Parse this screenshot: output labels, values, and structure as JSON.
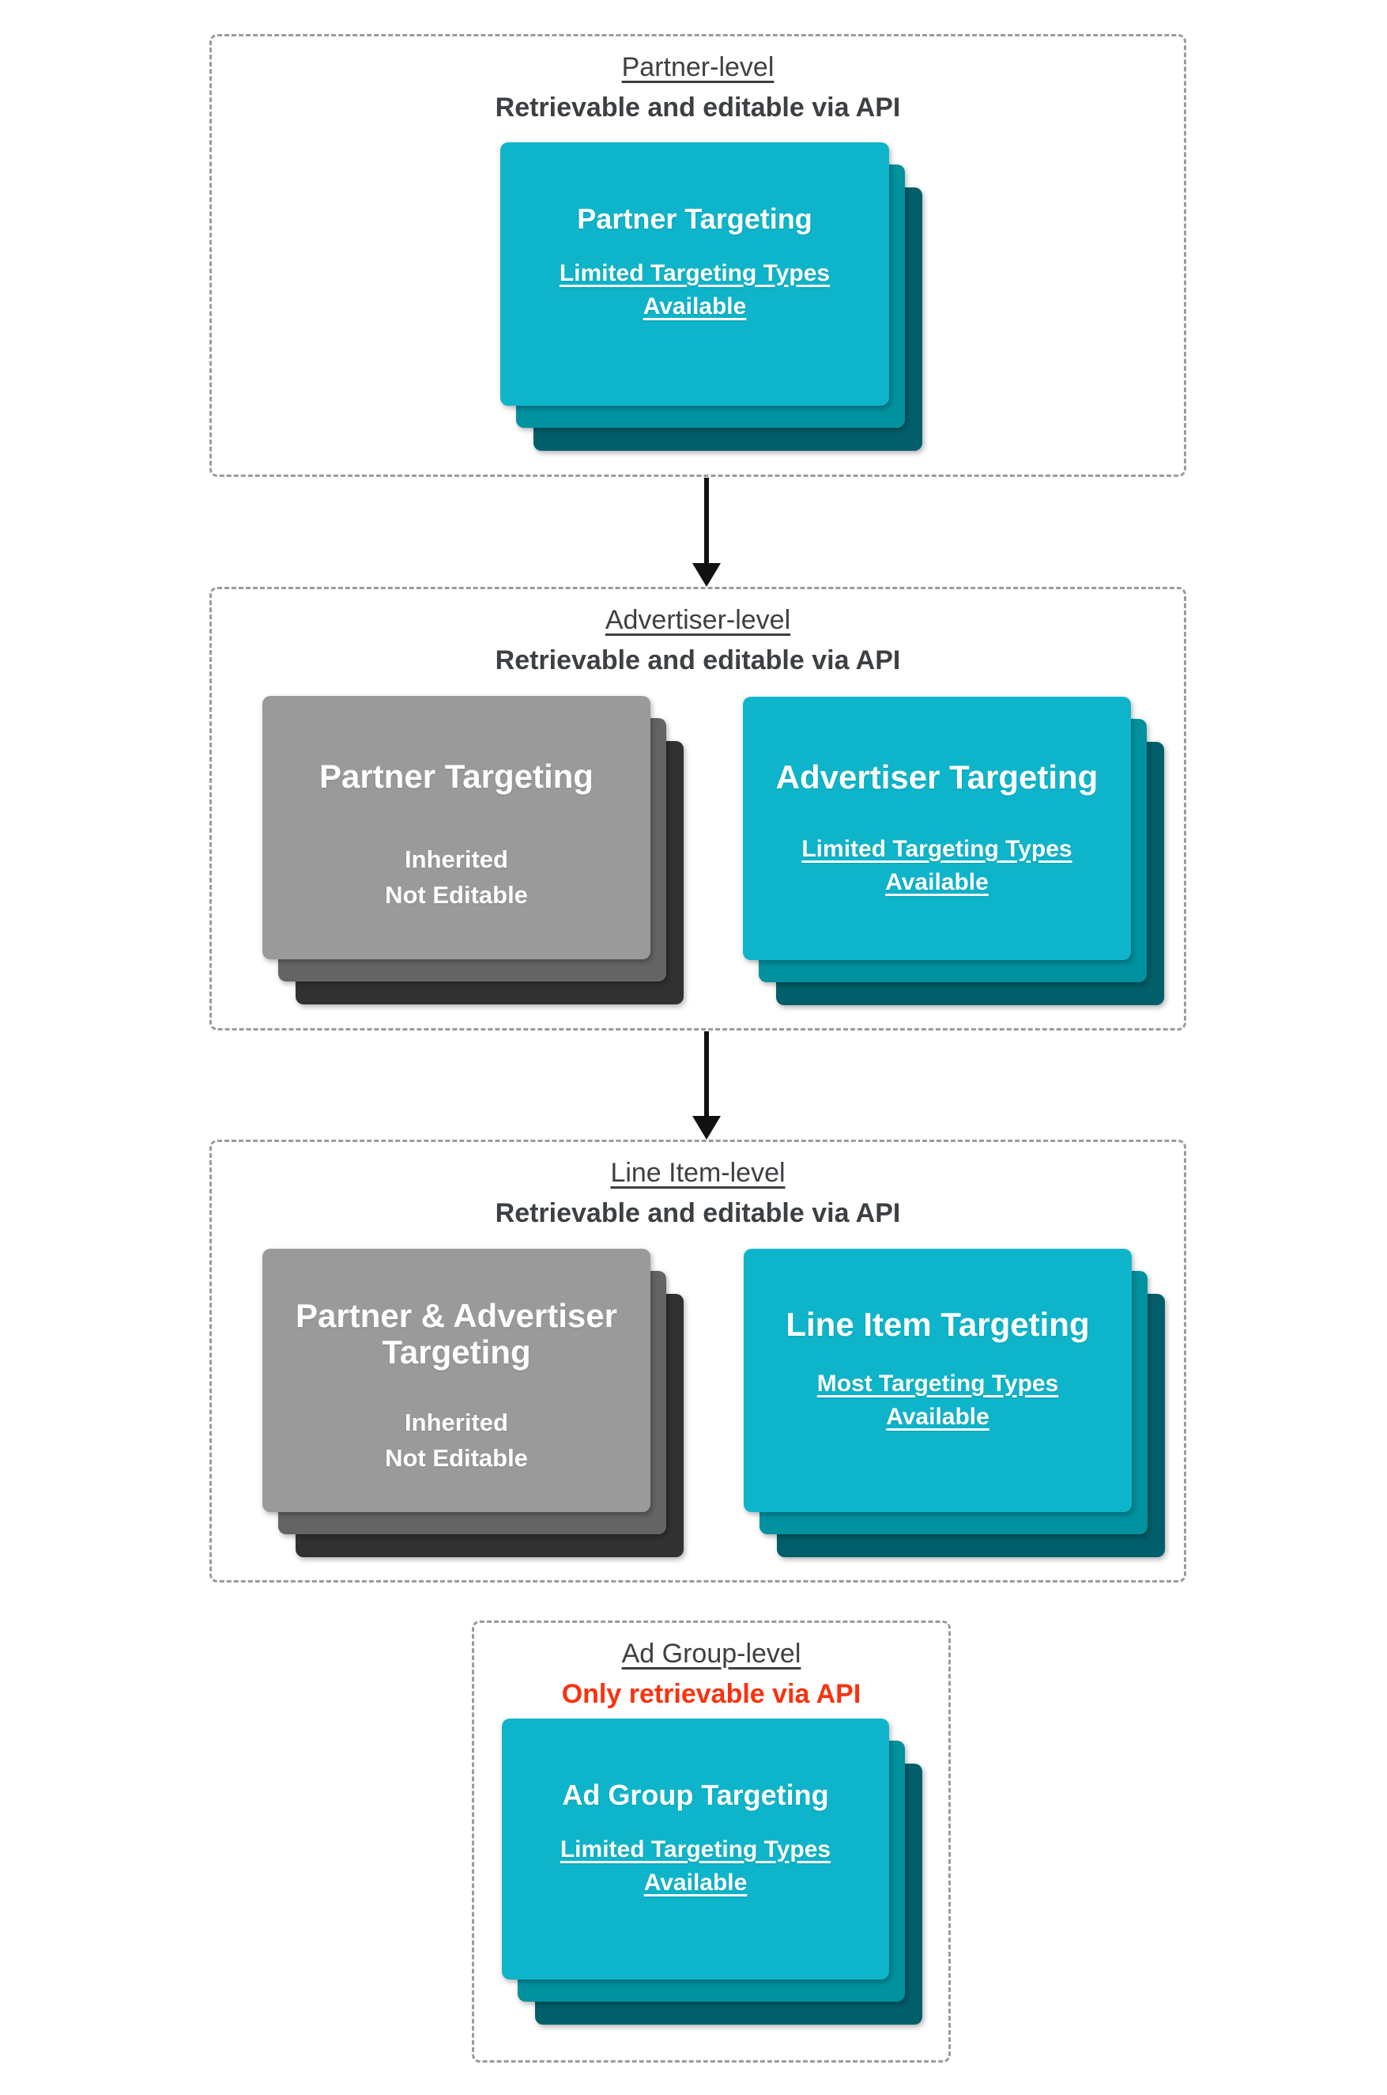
{
  "palette": {
    "teal_front": "#0EB5CA",
    "teal_mid": "#00929F",
    "teal_back": "#005F6B",
    "gray_front": "#9A9A9A",
    "gray_mid": "#646464",
    "gray_back": "#313131",
    "heading_text": "#3D4043",
    "alert_red": "#FA320E",
    "card_text": "#FFFFFF",
    "dashed_border": "#9B9B9B",
    "arrow": "#111111"
  },
  "sections": [
    {
      "heading": "Partner-level",
      "subheading": "Retrievable and editable via API",
      "subheading_style": "dark",
      "cards": [
        {
          "variant": "teal",
          "title_lines": [
            "Partner Targeting"
          ],
          "body_lines": [
            "Limited Targeting Types",
            "Available"
          ],
          "body_underline": true
        }
      ]
    },
    {
      "heading": "Advertiser-level",
      "subheading": "Retrievable and editable via API",
      "subheading_style": "dark",
      "cards": [
        {
          "variant": "gray",
          "title_lines": [
            "Partner Targeting"
          ],
          "body_lines": [
            "Inherited",
            "Not Editable"
          ],
          "body_underline": false
        },
        {
          "variant": "teal",
          "title_lines": [
            "Advertiser Targeting"
          ],
          "body_lines": [
            "Limited Targeting Types",
            "Available"
          ],
          "body_underline": true
        }
      ]
    },
    {
      "heading": "Line Item-level",
      "subheading": "Retrievable and editable via API",
      "subheading_style": "dark",
      "cards": [
        {
          "variant": "gray",
          "title_lines": [
            "Partner & Advertiser",
            "Targeting"
          ],
          "body_lines": [
            "Inherited",
            "Not Editable"
          ],
          "body_underline": false
        },
        {
          "variant": "teal",
          "title_lines": [
            "Line Item Targeting"
          ],
          "body_lines": [
            "Most Targeting Types",
            "Available"
          ],
          "body_underline": true
        }
      ]
    },
    {
      "heading": "Ad Group-level",
      "subheading": "Only retrievable via API",
      "subheading_style": "red",
      "cards": [
        {
          "variant": "teal",
          "title_lines": [
            "Ad Group Targeting"
          ],
          "body_lines": [
            "Limited Targeting Types",
            "Available"
          ],
          "body_underline": true
        }
      ]
    }
  ]
}
